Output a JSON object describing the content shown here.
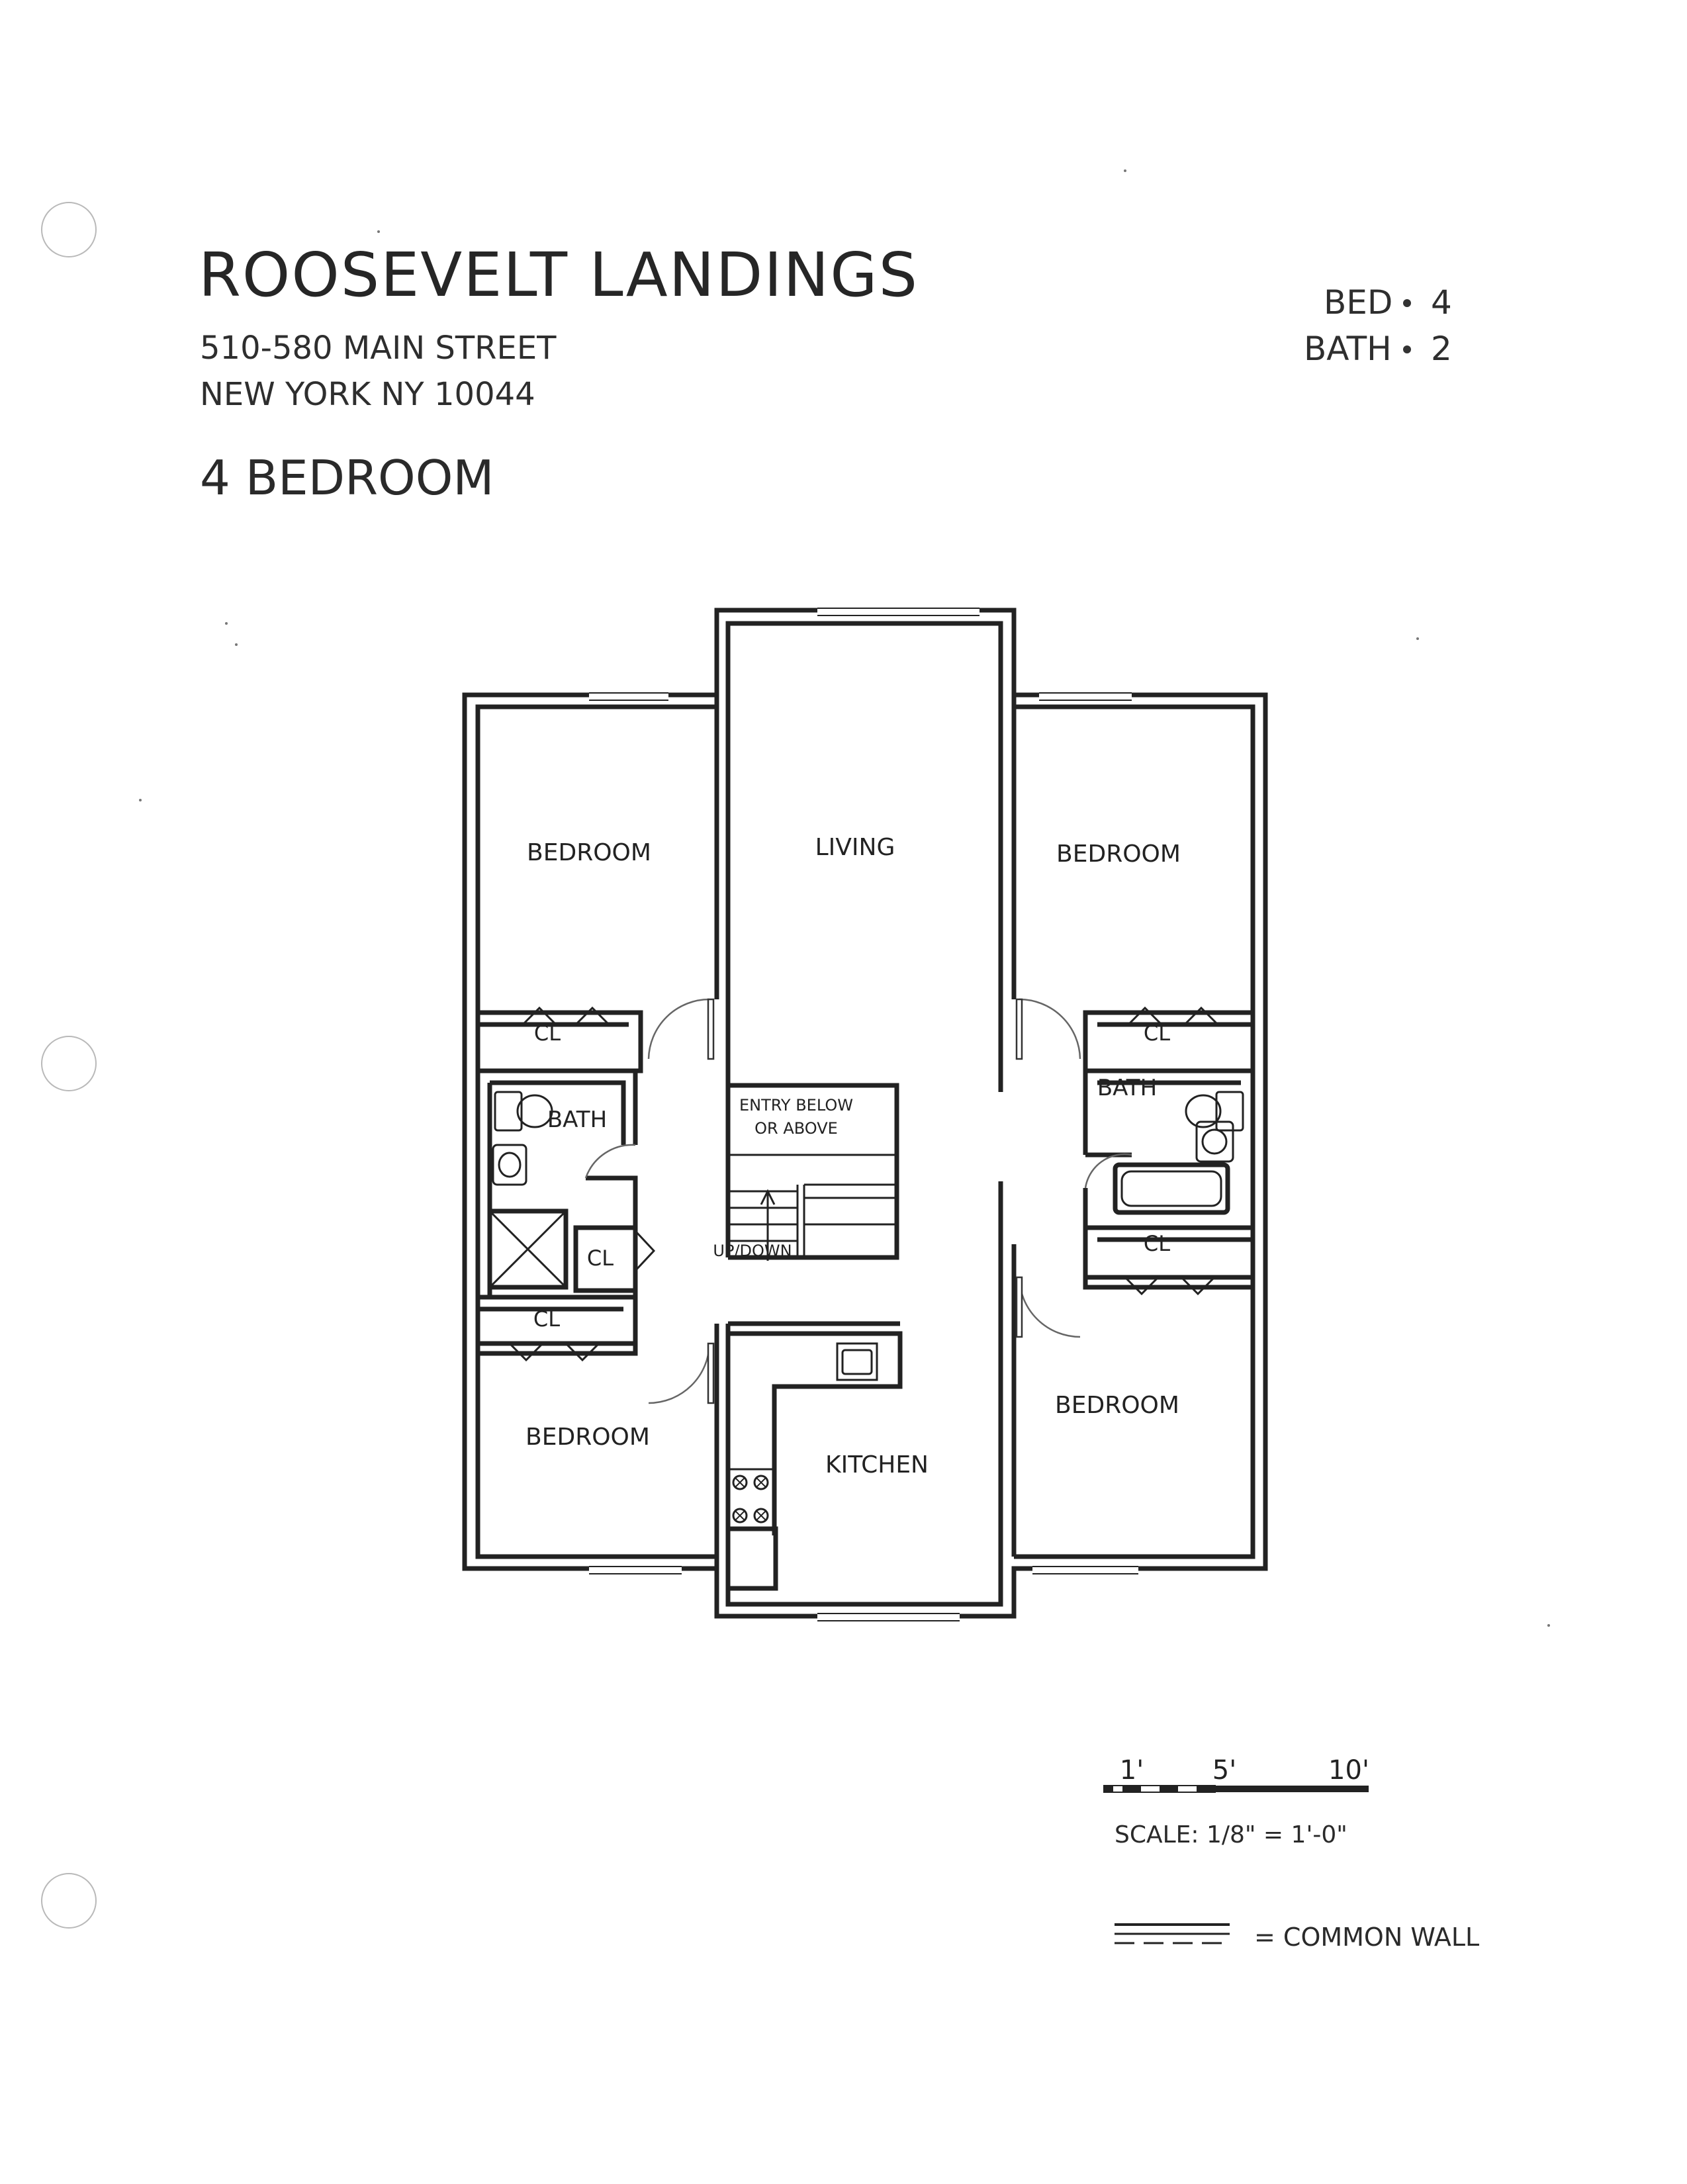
{
  "header": {
    "title": "ROOSEVELT LANDINGS",
    "address_line1": "510-580 MAIN STREET",
    "address_line2": "NEW YORK NY 10044",
    "unit_type": "4 BEDROOM"
  },
  "specs": {
    "bed_label": "BED",
    "bed_value": "4",
    "bath_label": "BATH",
    "bath_value": "2"
  },
  "rooms": {
    "living": "LIVING",
    "bedroom_top_left": "BEDROOM",
    "bedroom_top_right": "BEDROOM",
    "bedroom_bottom_left": "BEDROOM",
    "bedroom_bottom_right": "BEDROOM",
    "closet_top_left": "CL",
    "closet_top_right": "CL",
    "closet_hall": "CL",
    "closet_bottom_left": "CL",
    "closet_bottom_right": "CL",
    "bath_left": "BATH",
    "bath_right": "BATH",
    "kitchen": "KITCHEN",
    "entry_line1": "ENTRY BELOW",
    "entry_line2": "OR ABOVE",
    "stairs": "UP/DOWN"
  },
  "scale": {
    "tick_1": "1'",
    "tick_5": "5'",
    "tick_10": "10'",
    "text": "SCALE: 1/8\" = 1'-0\""
  },
  "legend": {
    "common_wall": "= COMMON WALL"
  }
}
